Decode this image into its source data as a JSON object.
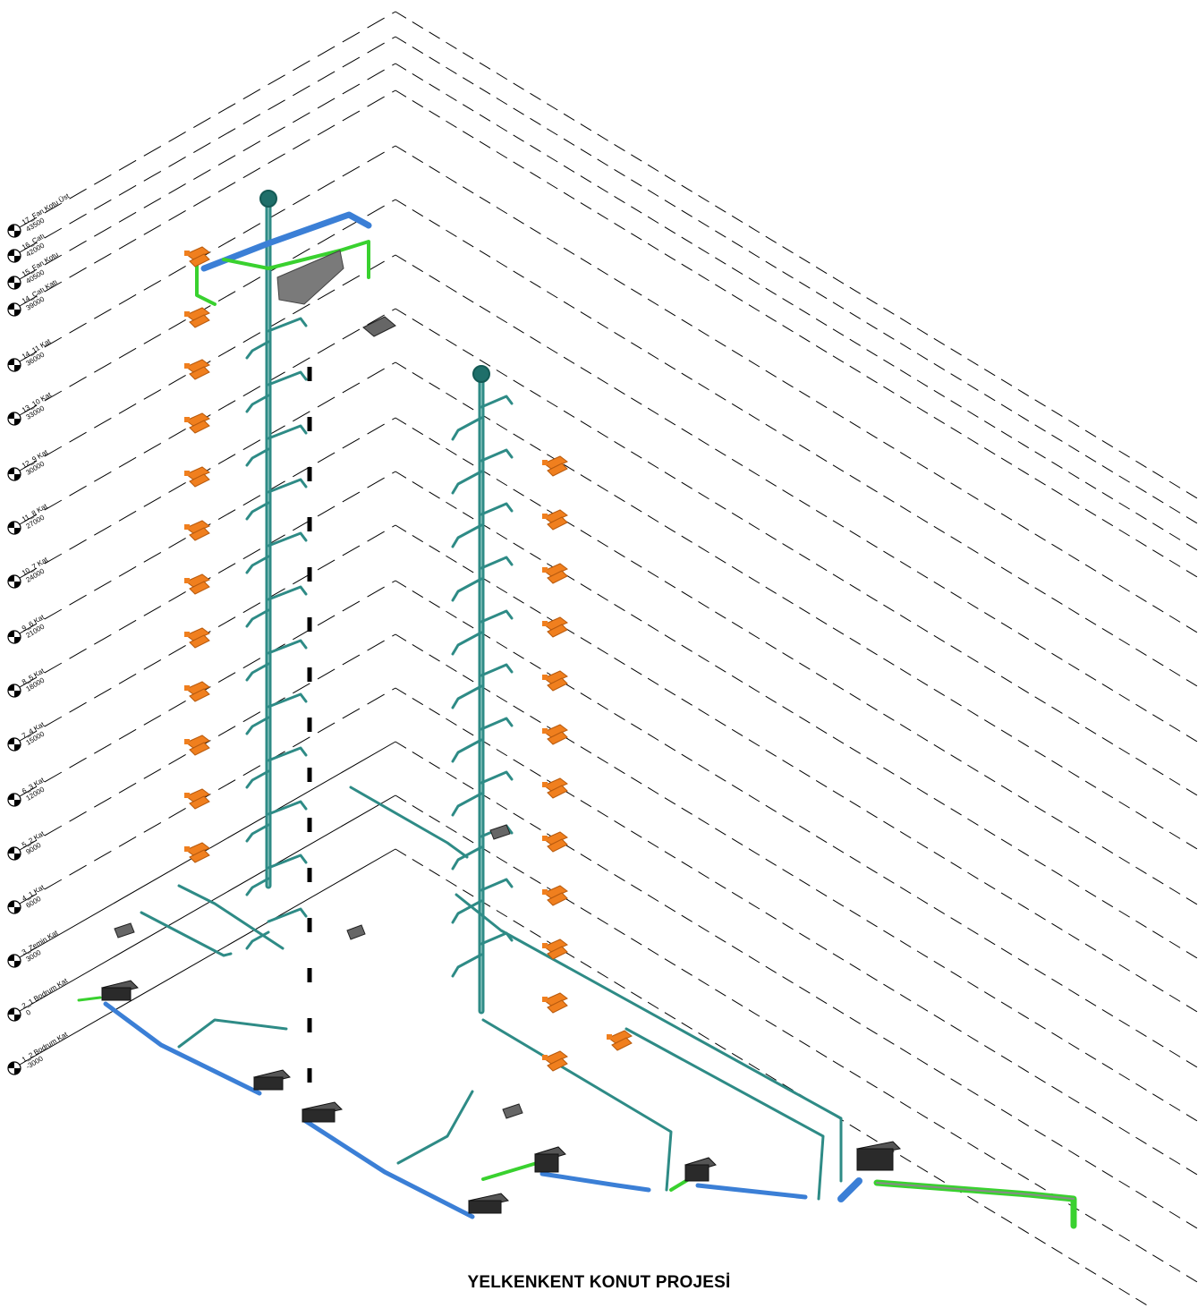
{
  "title": "YELKENKENT KONUT PROJESİ",
  "colors": {
    "level_line": "#000000",
    "duct_teal": "#2e8b86",
    "duct_teal_dark": "#1f6f6a",
    "duct_green": "#39d12f",
    "duct_blue": "#3b7fd6",
    "fan_orange": "#f07f1e",
    "unit_dark": "#2a2a2a",
    "unit_grey": "#8a8a8a"
  },
  "levels": [
    {
      "name": "17_Fan Kotu Üst",
      "elevation": "43500"
    },
    {
      "name": "16_Çatı",
      "elevation": "42000"
    },
    {
      "name": "15_Fan Kotu",
      "elevation": "40500"
    },
    {
      "name": "14_Çatı Katı",
      "elevation": "39000"
    },
    {
      "name": "14_11 Kat",
      "elevation": "36000"
    },
    {
      "name": "13_10 Kat",
      "elevation": "33000"
    },
    {
      "name": "12_9 Kat",
      "elevation": "30000"
    },
    {
      "name": "11_8 Kat",
      "elevation": "27000"
    },
    {
      "name": "10_7 Kat",
      "elevation": "24000"
    },
    {
      "name": "9_6 Kat",
      "elevation": "21000"
    },
    {
      "name": "8_5 Kat",
      "elevation": "18000"
    },
    {
      "name": "7_4 Kat",
      "elevation": "15000"
    },
    {
      "name": "6_3 Kat",
      "elevation": "12000"
    },
    {
      "name": "5_2 Kat",
      "elevation": "9000"
    },
    {
      "name": "4_1 Kat",
      "elevation": "6000"
    },
    {
      "name": "3_Zemin Kat",
      "elevation": "3000"
    },
    {
      "name": "2_1 Bodrum Kat",
      "elevation": "0"
    },
    {
      "name": "1_2 Bodrum Kat",
      "elevation": "-3000"
    }
  ]
}
